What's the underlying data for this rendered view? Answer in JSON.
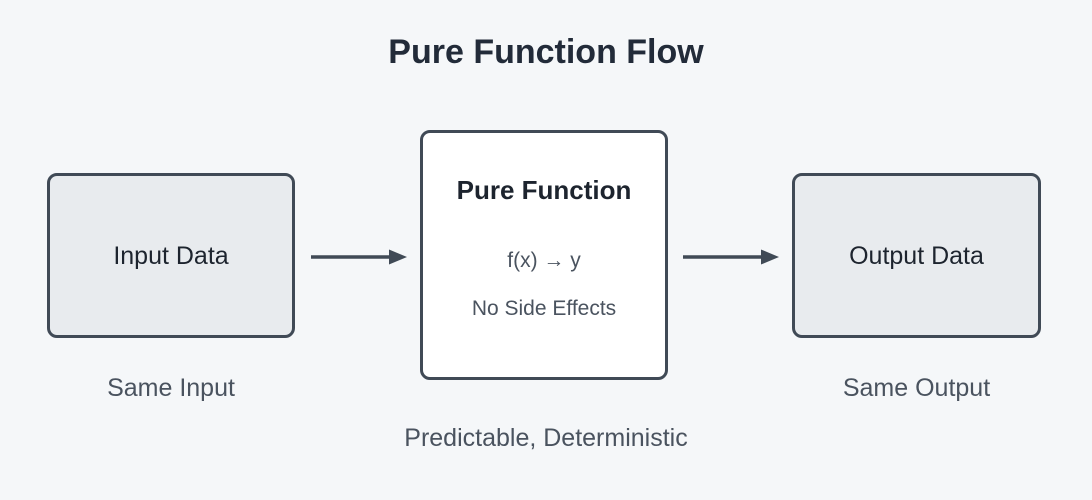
{
  "title": "Pure Function Flow",
  "nodes": {
    "input": {
      "label": "Input Data",
      "caption": "Same Input"
    },
    "function": {
      "label": "Pure Function",
      "formula": "f(x) → y",
      "note": "No Side Effects",
      "caption": "Predictable, Deterministic"
    },
    "output": {
      "label": "Output Data",
      "caption": "Same Output"
    }
  },
  "colors": {
    "background": "#f5f7f9",
    "node_fill": "#e8ebee",
    "function_fill": "#ffffff",
    "stroke": "#404a56",
    "title_text": "#222b39",
    "label_text": "#1d242e",
    "secondary_text": "#4a535f",
    "arrow": "#404a56"
  }
}
